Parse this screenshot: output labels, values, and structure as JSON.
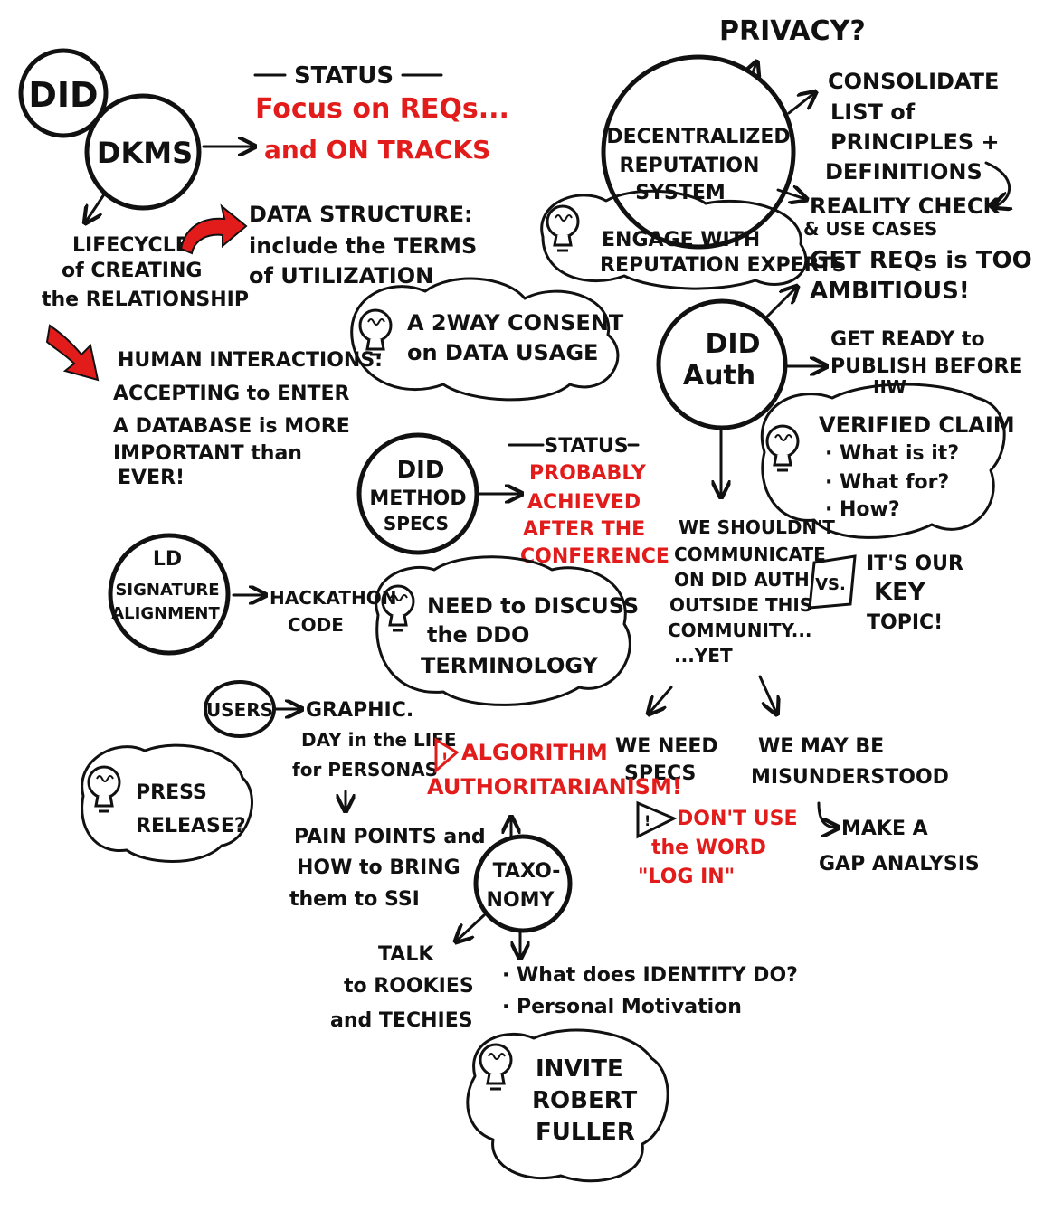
{
  "top": {
    "privacy": "PRIVACY?"
  },
  "did_cluster": {
    "did": "DID",
    "dkms": "DKMS",
    "status_title": "STATUS",
    "status_line1": "Focus on REQs...",
    "status_line2": "and ON TRACKS",
    "lifecycle": [
      "LIFECYCLE",
      "of CREATING",
      "the RELATIONSHIP"
    ],
    "data_structure": [
      "DATA STRUCTURE:",
      "include the TERMS",
      "of UTILIZATION"
    ],
    "human_interactions": [
      "HUMAN INTERACTIONS:",
      "ACCEPTING to ENTER",
      "A DATABASE is MORE",
      "IMPORTANT than",
      "EVER!"
    ],
    "consent": [
      "A 2WAY CONSENT",
      "on DATA USAGE"
    ]
  },
  "reputation": {
    "circle": [
      "DECENTRALIZED",
      "REPUTATION",
      "SYSTEM"
    ],
    "cloud": [
      "ENGAGE WITH",
      "REPUTATION EXPERTS"
    ],
    "consolidate": [
      "CONSOLIDATE",
      "LIST of",
      "PRINCIPLES +",
      "DEFINITIONS"
    ],
    "reality": [
      "REALITY CHECK",
      "& USE CASES"
    ],
    "get_reqs": [
      "GET REQs is TOO",
      "AMBITIOUS!"
    ]
  },
  "did_auth": {
    "circle": [
      "DID",
      "Auth"
    ],
    "publish": [
      "GET READY to",
      "PUBLISH BEFORE",
      "IIW"
    ],
    "verified_claim": [
      "VERIFIED CLAIM",
      "· What is it?",
      "· What for?",
      "· How?"
    ],
    "communicate": [
      "WE SHOULDN'T",
      "COMMUNICATE",
      "ON DID AUTH",
      "OUTSIDE THIS",
      "COMMUNITY...",
      "...YET"
    ],
    "vs": "VS.",
    "key_topic": [
      "IT'S OUR",
      "KEY",
      "TOPIC!"
    ],
    "need_specs": [
      "WE NEED",
      "SPECS"
    ],
    "misunderstood": [
      "WE MAY BE",
      "MISUNDERSTOOD"
    ],
    "gap": [
      "MAKE A",
      "GAP ANALYSIS"
    ],
    "log_in": [
      "DON'T USE",
      "the WORD",
      "\"LOG IN\""
    ]
  },
  "method_specs": {
    "circle": [
      "DID",
      "METHOD",
      "SPECS"
    ],
    "status_title": "STATUS",
    "status": [
      "PROBABLY",
      "ACHIEVED",
      "AFTER THE",
      "CONFERENCE"
    ],
    "cloud": [
      "NEED to DISCUSS",
      "the DDO",
      "TERMINOLOGY"
    ]
  },
  "ld": {
    "circle": [
      "LD",
      "SIGNATURE",
      "ALIGNMENT"
    ],
    "hackathon": [
      "HACKATHON",
      "CODE"
    ]
  },
  "users": {
    "circle": "USERS",
    "graphic": [
      "GRAPHIC.",
      "DAY in the LIFE",
      "for PERSONAS"
    ],
    "pain_points": [
      "PAIN POINTS and",
      "HOW to BRING",
      "them to SSI"
    ],
    "press": [
      "PRESS",
      "RELEASE?"
    ],
    "algorithm": [
      "ALGORITHM",
      "AUTHORITARIANISM!"
    ]
  },
  "taxonomy": {
    "circle": [
      "TAXO-",
      "NOMY"
    ],
    "talk": [
      "TALK",
      "to ROOKIES",
      "and TECHIES"
    ],
    "questions": [
      "· What does IDENTITY DO?",
      "· Personal Motivation"
    ],
    "invite": [
      "INVITE",
      "ROBERT",
      "FULLER"
    ]
  },
  "colors": {
    "ink": "#111111",
    "accent_red": "#e21b1b",
    "paper": "#ffffff"
  }
}
